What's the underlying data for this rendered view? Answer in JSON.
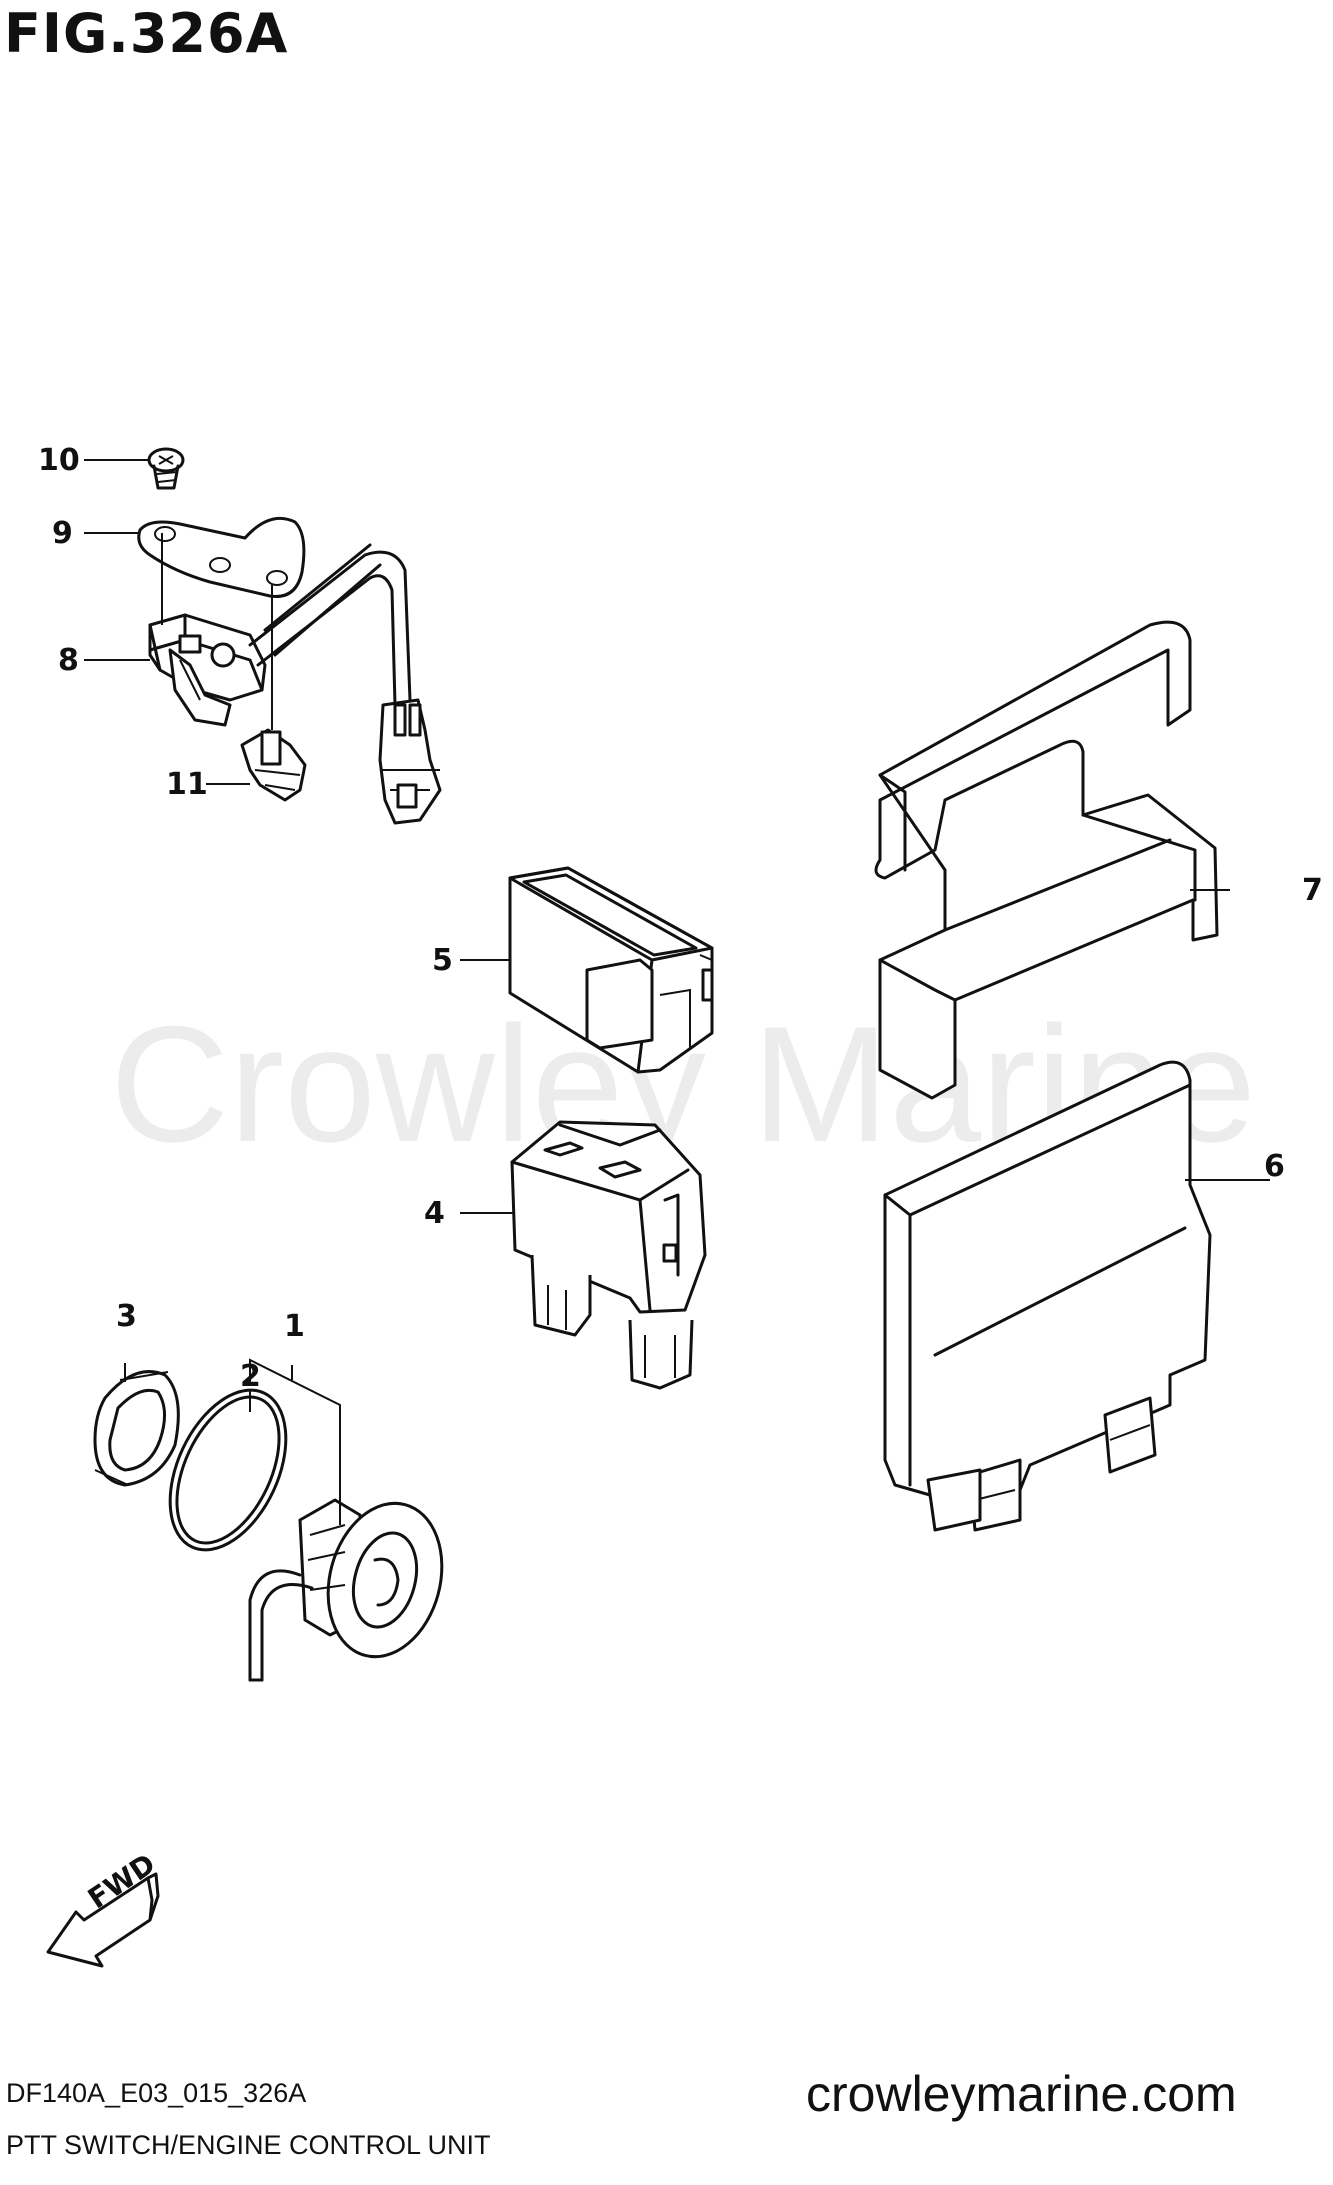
{
  "figure": {
    "title": "FIG.326A",
    "code": "DF140A_E03_015_326A",
    "name": "PTT SWITCH/ENGINE CONTROL UNIT"
  },
  "watermark": "Crowley Marine",
  "website": "crowleymarine.com",
  "direction_label": "FWD",
  "callouts": [
    "1",
    "2",
    "3",
    "4",
    "5",
    "6",
    "7",
    "8",
    "9",
    "10",
    "11"
  ]
}
